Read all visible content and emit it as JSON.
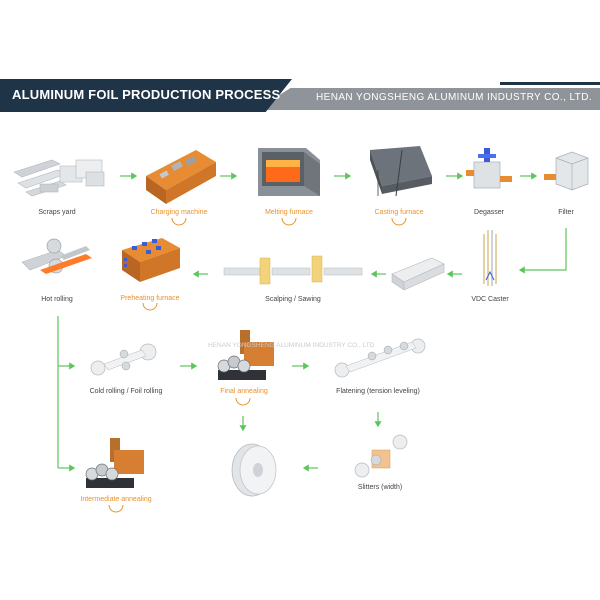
{
  "header": {
    "title": "ALUMINUM FOIL PRODUCTION PROCESS",
    "company": "HENAN YONGSHENG ALUMINUM INDUSTRY CO., LTD."
  },
  "watermark": "HENAN YONGSHENG ALUMINUM INDUSTRY CO., LTD",
  "colors": {
    "banner_dark": "#1f3447",
    "banner_gray": "#8e9499",
    "arrow": "#5cc55c",
    "accent": "#e9912c"
  },
  "steps": {
    "scraps_yard": "Scraps yard",
    "charging_machine": "Charging machine",
    "melting_furnace": "Melting furnace",
    "casting_furnace": "Casting furnace",
    "degasser": "Degasser",
    "filter": "Filter",
    "vdc_caster": "VDC Caster",
    "scalping_sawing": "Scalping / Sawing",
    "preheating_furnace": "Preheating furnace",
    "hot_rolling": "Hot rolling",
    "cold_rolling": "Cold rolling / Foil rolling",
    "final_annealing": "Final annealing",
    "flattening": "Flatening (tension leveling)",
    "slitters": "Slitters (width)",
    "intermediate_annealing": "Intermediate annealing"
  }
}
